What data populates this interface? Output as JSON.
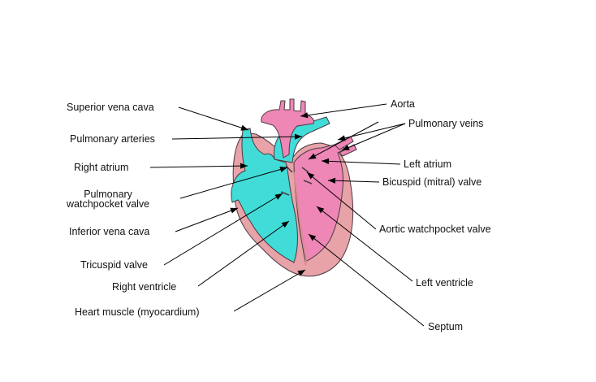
{
  "colors": {
    "muscle": "#e7a3a8",
    "muscle_dark": "#d98b92",
    "deoxygenated": "#41dcd8",
    "oxygenated": "#ee86b6",
    "outline": "#4a3a40",
    "line": "#000000",
    "background": "#ffffff"
  },
  "labels": {
    "superior_vena_cava": "Superior vena  cava",
    "pulmonary_arteries": "Pulmonary arteries",
    "right_atrium": "Right atrium",
    "pulmonary_watchpocket_valve": "Pulmonary\nwatchpocket valve",
    "inferior_vena_cava": "Inferior vena cava",
    "tricuspid_valve": "Tricuspid valve",
    "right_ventricle": "Right ventricle",
    "heart_muscle": "Heart muscle (myocardium)",
    "aorta": "Aorta",
    "pulmonary_veins": "Pulmonary veins",
    "left_atrium": "Left atrium",
    "bicuspid_valve": "Bicuspid  (mitral) valve",
    "aortic_watchpocket_valve": "Aortic watchpocket valve",
    "left_ventricle": "Left ventricle",
    "septum": "Septum"
  }
}
